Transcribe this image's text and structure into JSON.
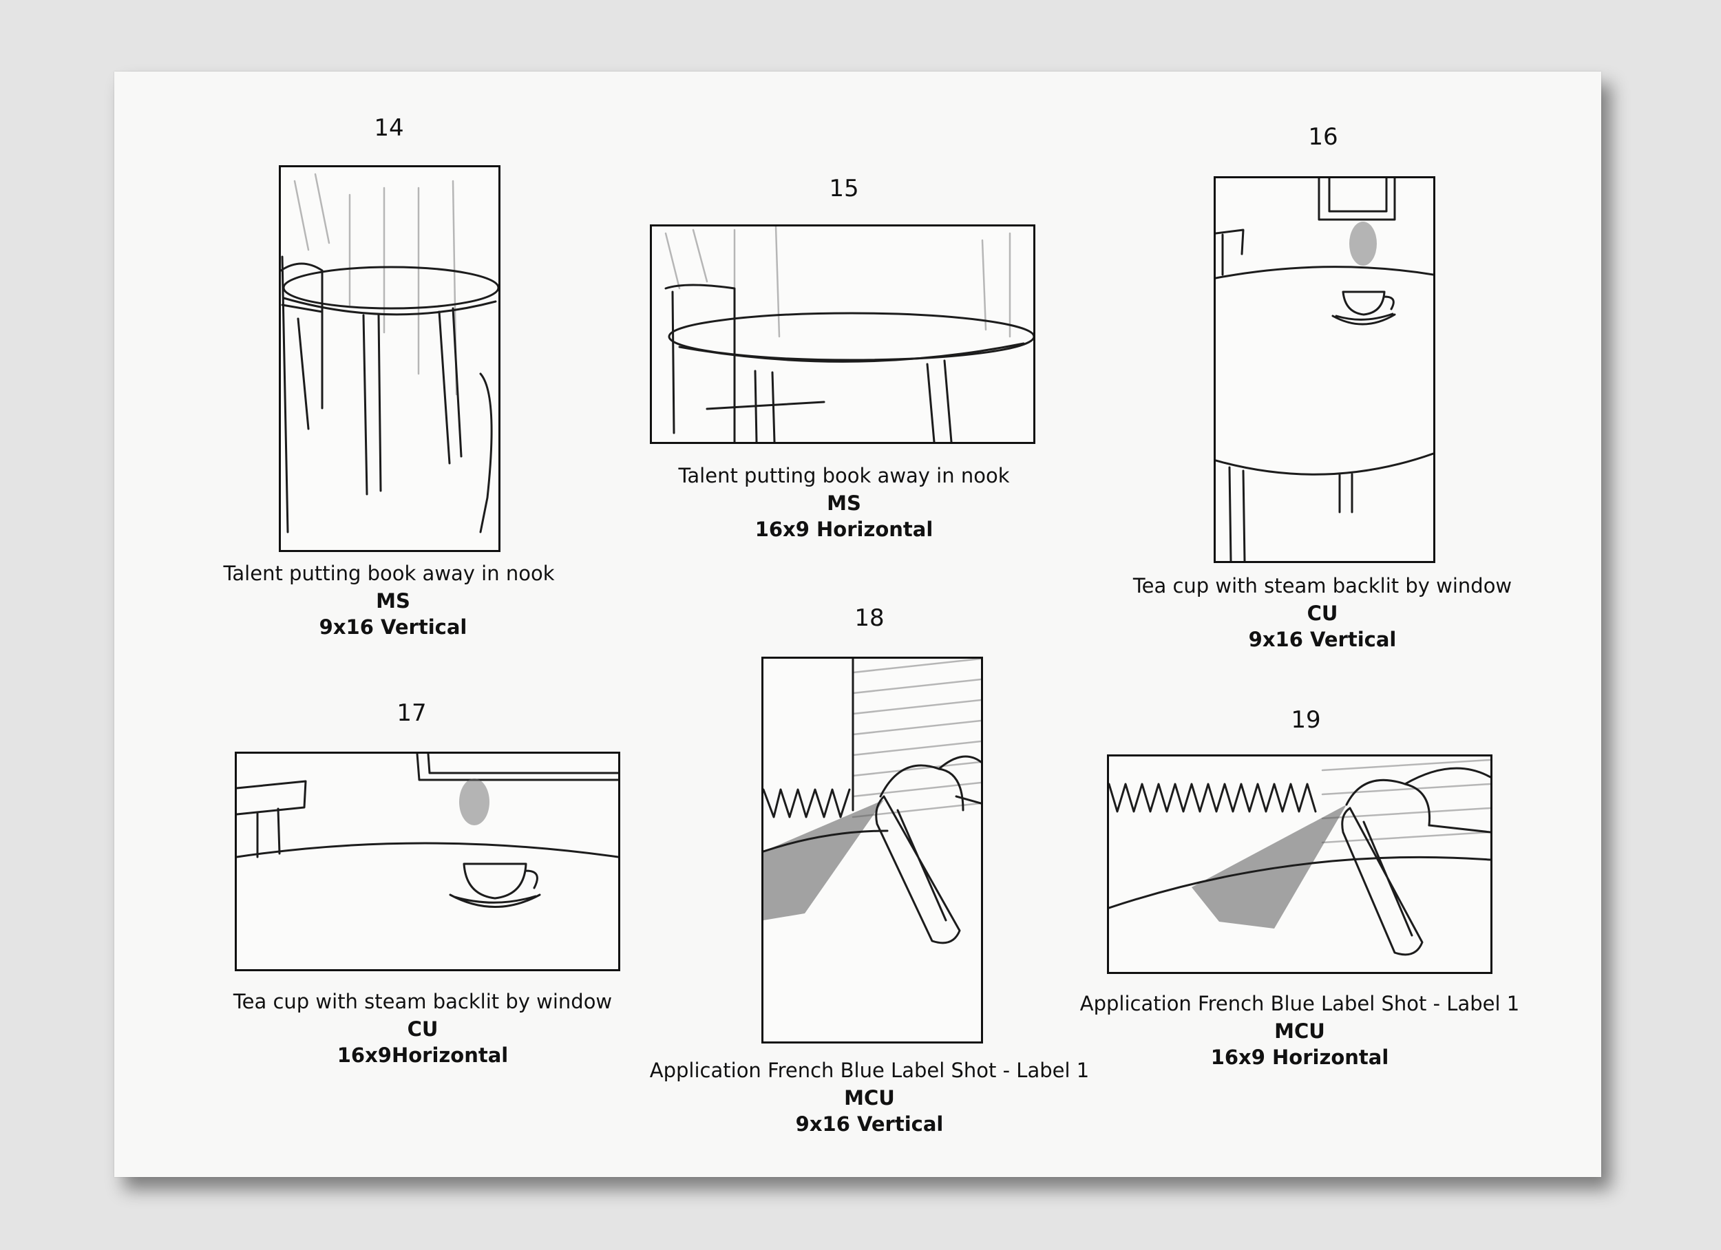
{
  "panels": [
    {
      "number": "14",
      "description": "Talent putting book away in nook",
      "shot": "MS",
      "format": "9x16 Vertical"
    },
    {
      "number": "15",
      "description": "Talent putting book away in nook",
      "shot": "MS",
      "format": "16x9 Horizontal"
    },
    {
      "number": "16",
      "description": "Tea cup with steam backlit by window",
      "shot": "CU",
      "format": "9x16 Vertical"
    },
    {
      "number": "17",
      "description": "Tea cup with steam backlit by window",
      "shot": "CU",
      "format": "16x9Horizontal"
    },
    {
      "number": "18",
      "description": "Application French Blue Label Shot - Label 1",
      "shot": "MCU",
      "format": "9x16 Vertical"
    },
    {
      "number": "19",
      "description": "Application French Blue Label Shot - Label 1",
      "shot": "MCU",
      "format": "16x9 Horizontal"
    }
  ]
}
